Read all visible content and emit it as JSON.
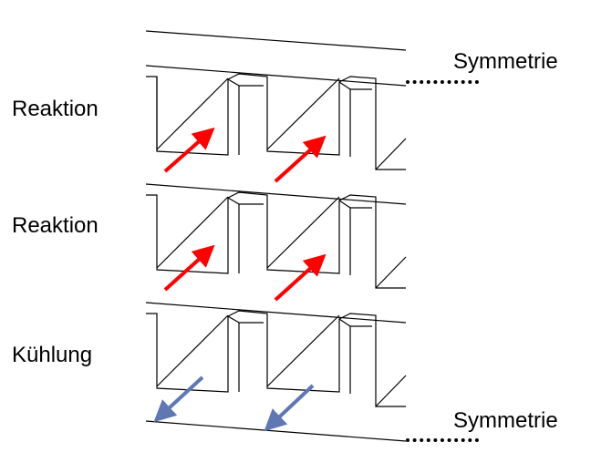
{
  "labels": {
    "layer1": "Reaktion",
    "layer2": "Reaktion",
    "layer3": "Kühlung",
    "symmetry_top": "Symmetrie",
    "symmetry_bottom": "Symmetrie"
  },
  "colors": {
    "reaction_arrow": "#ff0000",
    "cooling_arrow": "#5f77b3",
    "line": "#000000",
    "background": "#ffffff"
  },
  "flow": {
    "reaction_channels": "forward",
    "cooling_channels": "backward"
  }
}
